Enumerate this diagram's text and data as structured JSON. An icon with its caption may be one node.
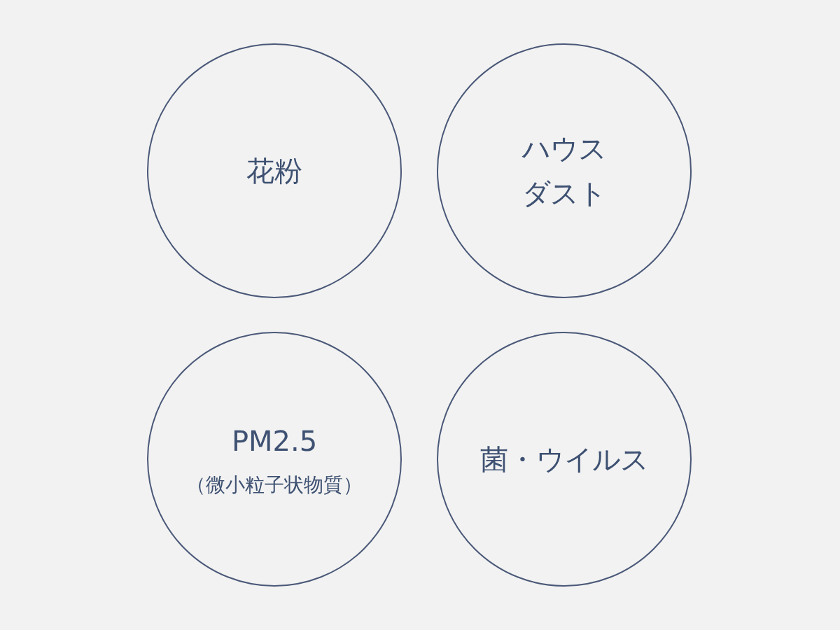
{
  "diagram": {
    "nodes": [
      {
        "text": [
          "花粉"
        ]
      },
      {
        "text": [
          "ハウスダスト"
        ]
      },
      {
        "text": [
          "PM2.5",
          "（微小粒子状物質）"
        ]
      },
      {
        "text": [
          "菌・ウイルス"
        ]
      }
    ]
  }
}
